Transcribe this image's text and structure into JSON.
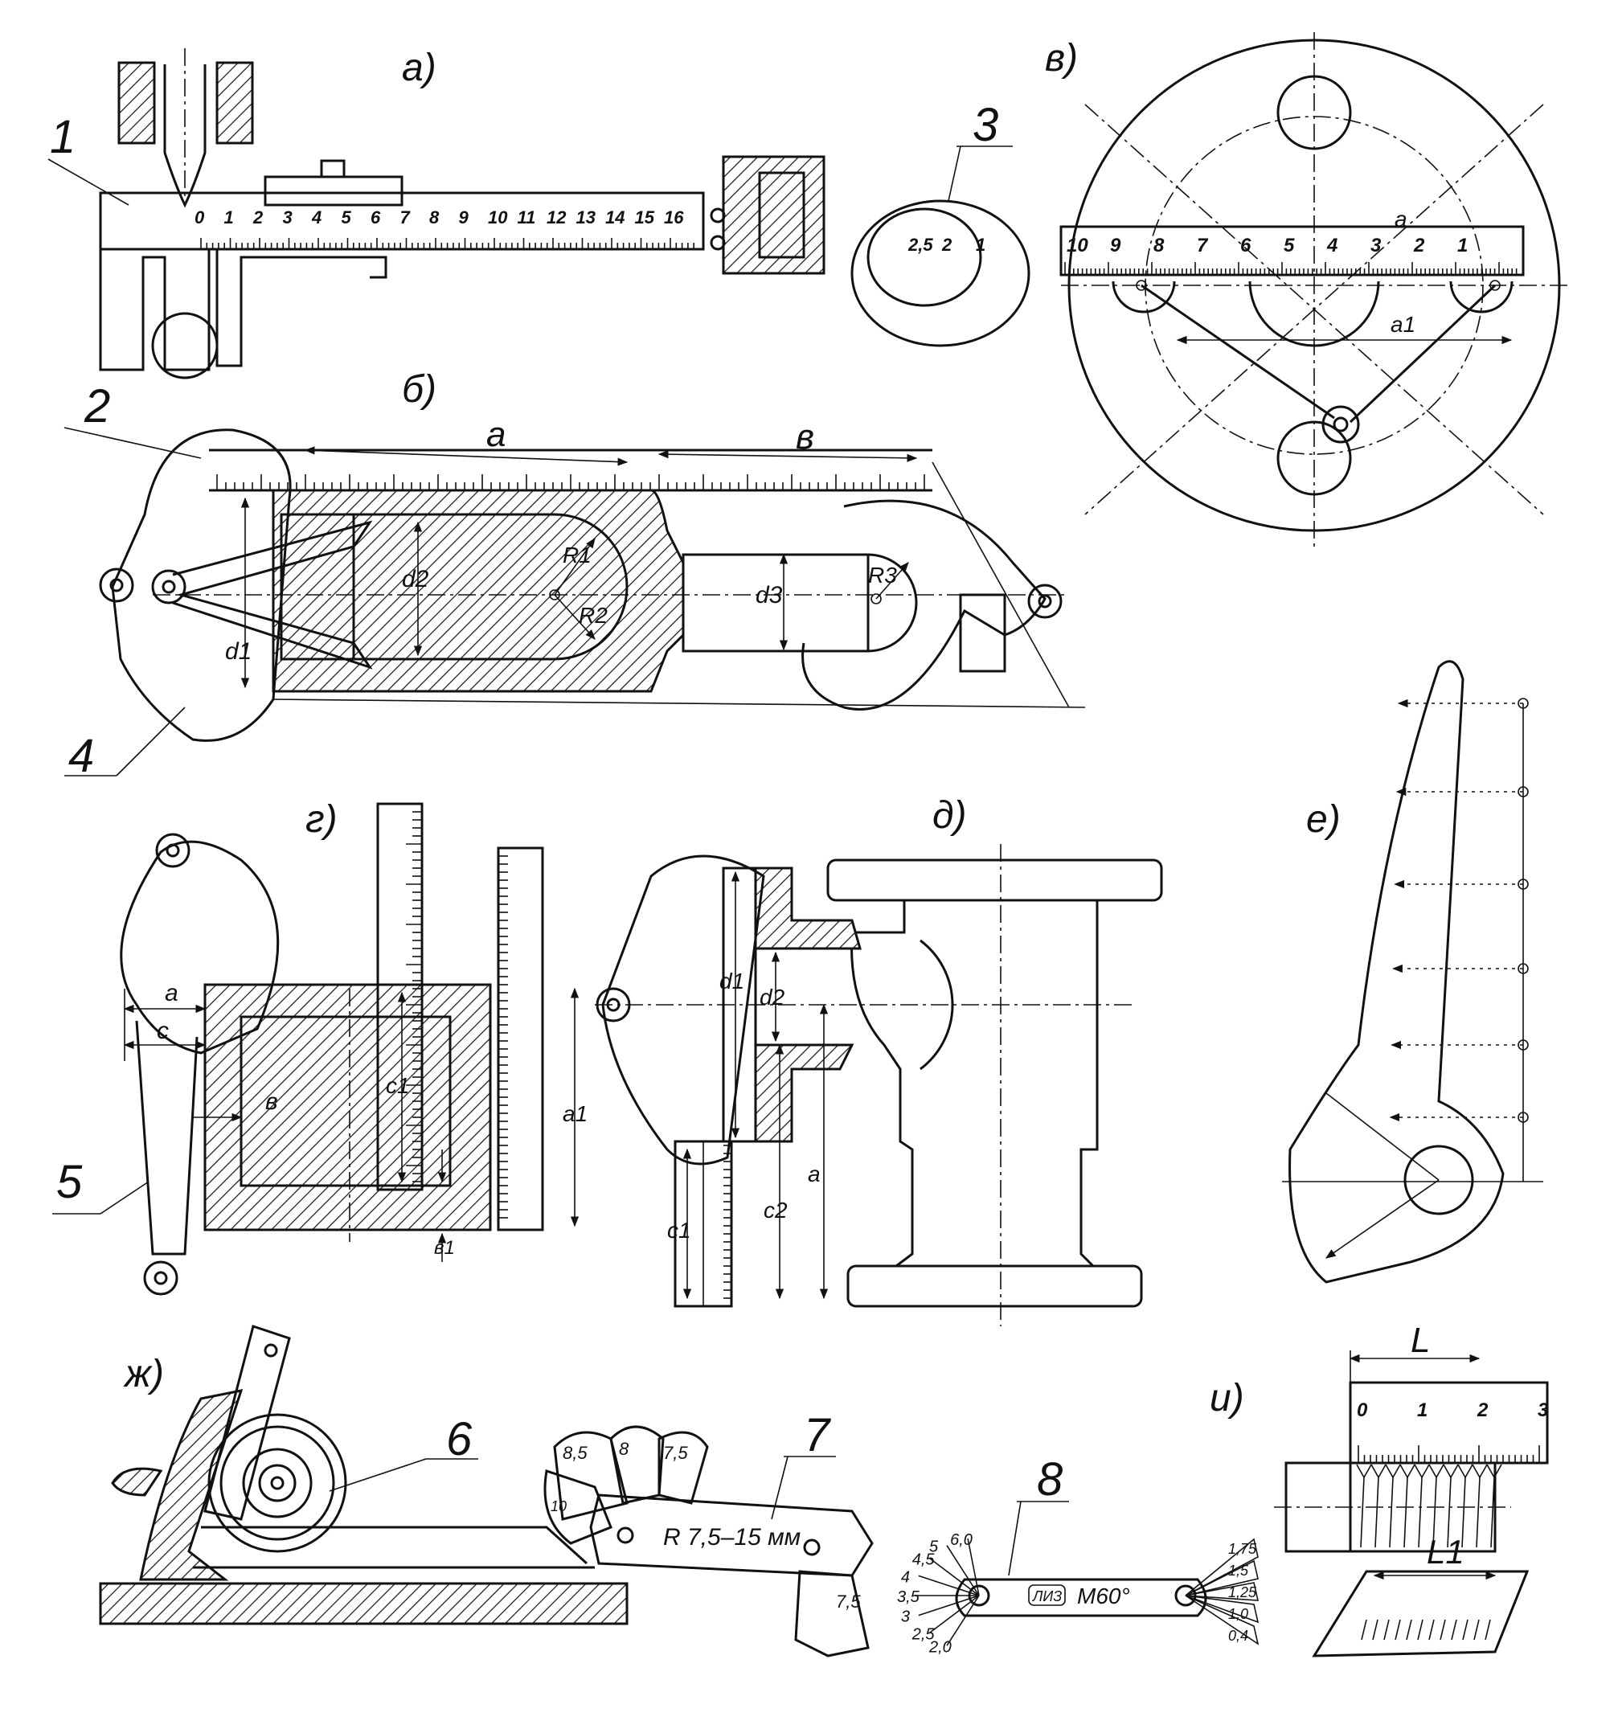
{
  "panels": {
    "a": "а)",
    "b": "б)",
    "v": "в)",
    "g": "г)",
    "d": "д)",
    "e": "е)",
    "zh": "ж)",
    "i": "и)"
  },
  "parts": {
    "p1": "1",
    "p2": "2",
    "p3": "3",
    "p4": "4",
    "p5": "5",
    "p6": "6",
    "p7": "7",
    "p8": "8"
  },
  "caliper_a_scale": [
    "0",
    "1",
    "2",
    "3",
    "4",
    "5",
    "6",
    "7",
    "8",
    "9",
    "10",
    "11",
    "12",
    "13",
    "14",
    "15",
    "16"
  ],
  "ruler_v_scale": [
    "10",
    "9",
    "8",
    "7",
    "6",
    "5",
    "4",
    "3",
    "2",
    "1"
  ],
  "tape_v_scale": [
    "2,5",
    "2",
    "1"
  ],
  "dims_b": {
    "a": "a",
    "b": "в",
    "d1": "d1",
    "d2": "d2",
    "d3": "d3",
    "r1": "R1",
    "r2": "R2",
    "r3": "R3"
  },
  "dims_v": {
    "a": "a",
    "a1": "a1"
  },
  "dims_g": {
    "a": "a",
    "c": "c",
    "b": "в",
    "c1": "c1",
    "a1": "a1",
    "b1": "в1"
  },
  "dims_d": {
    "d1": "d1",
    "d2": "d2",
    "c1": "c1",
    "c2": "c2",
    "a": "a"
  },
  "gauge7": {
    "label": "R 7,5–15 мм",
    "blades": [
      "8,5",
      "8",
      "7,5",
      "10"
    ],
    "blade_end": "7,5"
  },
  "gauge8": {
    "label": "M60°",
    "maker": "ЛИЗ",
    "blades_left": [
      "6,0",
      "5",
      "4,5",
      "4",
      "3,5",
      "3",
      "2,5",
      "2,0"
    ],
    "blades_right": [
      "1,75",
      "1,5",
      "1,25",
      "1,0",
      "0,4"
    ]
  },
  "dims_i": {
    "L": "L",
    "L1": "L1",
    "scale": [
      "0",
      "1",
      "2",
      "3"
    ]
  }
}
